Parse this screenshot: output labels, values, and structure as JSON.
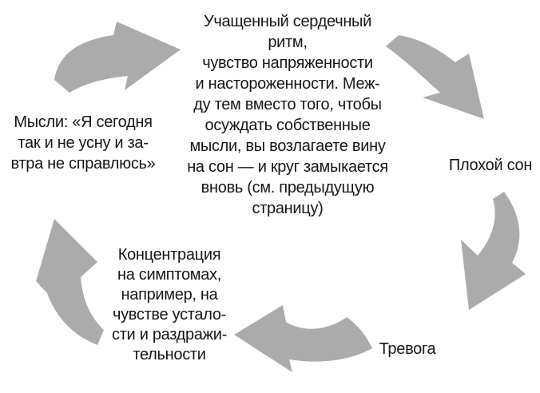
{
  "diagram": {
    "title_hint": "insomnia-vicious-circle-cycle",
    "colors": {
      "background": "#ffffff",
      "arrow": "#ababab",
      "text": "#161616"
    },
    "nodes": {
      "arousal": {
        "text": "Учащенный сердечный ритм,\nчувство напряженности\nи настороженности. Меж-\nду тем вместо того, чтобы\nосуждать собственные\nмысли, вы возлагаете вину\nна сон — и круг замыкается\nвновь (см. предыдущую\nстраницу)"
      },
      "bad_sleep": {
        "text": "Плохой сон"
      },
      "anxiety": {
        "text": "Тревога"
      },
      "concentration": {
        "text": "Концентрация\nна симптомах,\nнапример, на\nчувстве устало-\nсти и раздражи-\nтельности"
      },
      "thoughts": {
        "text": "Мысли: «Я сегодня\nтак и не усну и за-\nвтра не справлюсь»"
      }
    },
    "arrows": [
      {
        "from": "thoughts",
        "to": "arousal"
      },
      {
        "from": "arousal",
        "to": "bad_sleep"
      },
      {
        "from": "bad_sleep",
        "to": "anxiety"
      },
      {
        "from": "anxiety",
        "to": "concentration"
      },
      {
        "from": "concentration",
        "to": "thoughts"
      }
    ]
  }
}
